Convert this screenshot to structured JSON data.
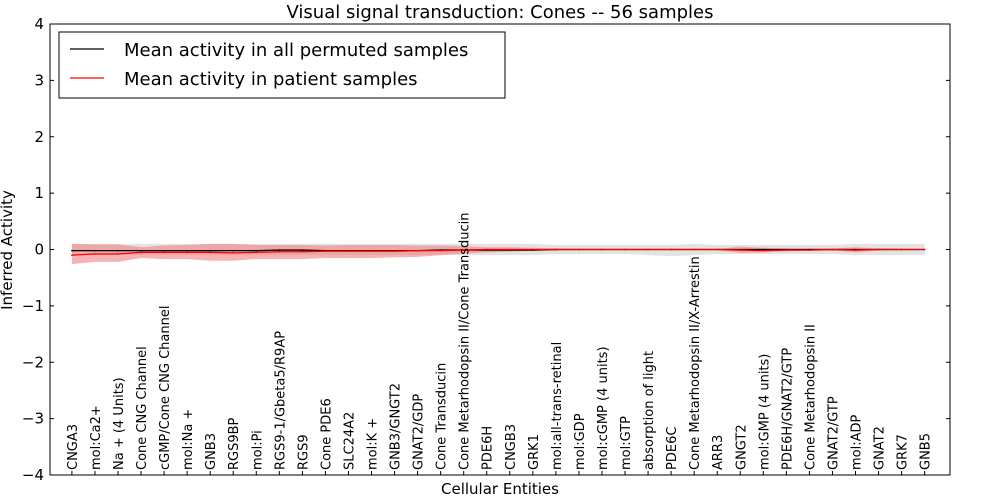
{
  "chart_data": {
    "type": "line",
    "title": "Visual signal transduction: Cones -- 56 samples",
    "xlabel": "Cellular Entities",
    "ylabel": "Inferred Activity",
    "ylim": [
      -4,
      4
    ],
    "yticks": [
      4,
      3,
      2,
      1,
      0,
      -1,
      -2,
      -3,
      -4
    ],
    "ytick_labels": [
      "4",
      "3",
      "2",
      "1",
      "0",
      "−1",
      "−2",
      "−3",
      "−4"
    ],
    "grid": false,
    "legend_position": "top-left",
    "categories": [
      "CNGA3",
      "mol:Ca2+",
      "Na + (4 Units)",
      "Cone CNG Channel",
      "cGMP/Cone CNG Channel",
      "mol:Na +",
      "GNB3",
      "RGS9BP",
      "mol:Pi",
      "RGS9-1/Gbeta5/R9AP",
      "RGS9",
      "Cone PDE6",
      "SLC24A2",
      "mol:K +",
      "GNB3/GNGT2",
      "GNAT2/GDP",
      "Cone Transducin",
      "Cone Metarhodopsin II/Cone Transducin",
      "PDE6H",
      "CNGB3",
      "GRK1",
      "mol:all-trans-retinal",
      "mol:GDP",
      "mol:cGMP (4 units)",
      "mol:GTP",
      "absorption of light",
      "PDE6C",
      "Cone Metarhodopsin II/X-Arrestin",
      "ARR3",
      "GNGT2",
      "mol:GMP (4 units)",
      "PDE6H/GNAT2/GTP",
      "Cone Metarhodopsin II",
      "GNAT2/GTP",
      "mol:ADP",
      "GNAT2",
      "GRK7",
      "GNB5"
    ],
    "series": [
      {
        "name": "Mean activity in all permuted samples",
        "color": "#000000",
        "band_color": "#d9d9d9",
        "values": [
          -0.02,
          -0.02,
          -0.02,
          -0.02,
          -0.02,
          -0.02,
          -0.02,
          -0.02,
          -0.02,
          -0.01,
          -0.01,
          -0.02,
          -0.02,
          -0.02,
          -0.02,
          -0.02,
          -0.01,
          -0.01,
          -0.01,
          -0.01,
          -0.01,
          0,
          0,
          0,
          0,
          0,
          0,
          0,
          0,
          0,
          0,
          0,
          0,
          0,
          0,
          0,
          0,
          0
        ],
        "lower": [
          -0.1,
          -0.1,
          -0.1,
          -0.1,
          -0.1,
          -0.1,
          -0.1,
          -0.1,
          -0.1,
          -0.1,
          -0.1,
          -0.1,
          -0.1,
          -0.1,
          -0.1,
          -0.1,
          -0.1,
          -0.1,
          -0.1,
          -0.1,
          -0.1,
          -0.08,
          -0.08,
          -0.08,
          -0.08,
          -0.1,
          -0.12,
          -0.1,
          -0.08,
          -0.08,
          -0.08,
          -0.08,
          -0.08,
          -0.08,
          -0.1,
          -0.1,
          -0.1,
          -0.1
        ],
        "upper": [
          0.1,
          0.1,
          0.1,
          0.1,
          0.1,
          0.1,
          0.1,
          0.1,
          0.1,
          0.1,
          0.1,
          0.1,
          0.1,
          0.1,
          0.1,
          0.1,
          0.1,
          0.1,
          0.1,
          0.1,
          0.1,
          0.08,
          0.08,
          0.08,
          0.08,
          0.08,
          0.08,
          0.1,
          0.08,
          0.08,
          0.08,
          0.08,
          0.08,
          0.08,
          0.1,
          0.1,
          0.1,
          0.1
        ]
      },
      {
        "name": "Mean activity in patient samples",
        "color": "#ff0000",
        "band_color": "#f08080",
        "values": [
          -0.1,
          -0.08,
          -0.08,
          -0.05,
          -0.05,
          -0.05,
          -0.05,
          -0.06,
          -0.05,
          -0.04,
          -0.04,
          -0.03,
          -0.03,
          -0.03,
          -0.03,
          -0.02,
          -0.02,
          -0.01,
          0,
          0,
          0,
          0,
          0,
          0,
          0,
          0,
          0,
          0,
          0,
          -0.01,
          -0.02,
          -0.01,
          -0.01,
          0,
          -0.01,
          0,
          0,
          0
        ],
        "lower": [
          -0.26,
          -0.22,
          -0.22,
          -0.15,
          -0.17,
          -0.17,
          -0.2,
          -0.2,
          -0.17,
          -0.17,
          -0.17,
          -0.15,
          -0.15,
          -0.15,
          -0.14,
          -0.13,
          -0.1,
          -0.07,
          -0.05,
          -0.04,
          -0.02,
          -0.02,
          -0.01,
          -0.01,
          -0.01,
          -0.01,
          -0.01,
          -0.01,
          -0.01,
          -0.06,
          -0.05,
          -0.03,
          -0.02,
          -0.02,
          -0.05,
          -0.02,
          -0.01,
          -0.01
        ],
        "upper": [
          0.1,
          0.09,
          0.09,
          0.04,
          0.07,
          0.08,
          0.1,
          0.1,
          0.08,
          0.08,
          0.08,
          0.07,
          0.08,
          0.08,
          0.08,
          0.07,
          0.07,
          0.06,
          0.04,
          0.04,
          0.03,
          0.02,
          0.01,
          0.01,
          0.01,
          0.01,
          0.01,
          0.01,
          0.01,
          0.05,
          0.03,
          0.02,
          0.02,
          0.02,
          0.04,
          0.02,
          0.01,
          0.01
        ]
      }
    ]
  }
}
